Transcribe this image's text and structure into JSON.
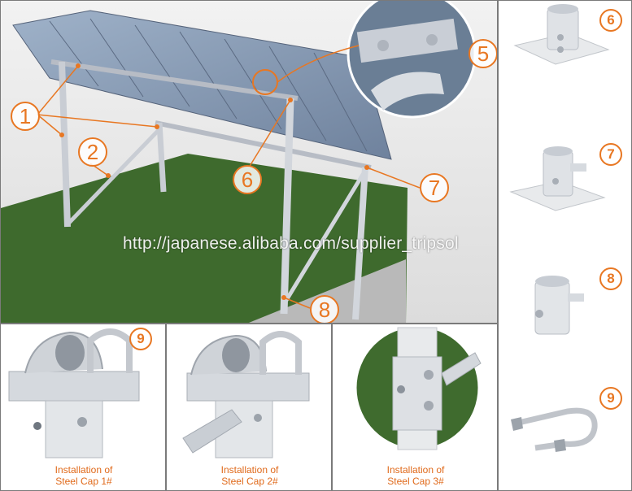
{
  "callouts": {
    "main": [
      "1",
      "2",
      "5",
      "6",
      "7",
      "8"
    ],
    "bottom": "9",
    "side": [
      "6",
      "7",
      "8",
      "9"
    ]
  },
  "watermark": "http://japanese.alibaba.com/supplier_tripsol",
  "captions": [
    {
      "line1": "Installation of",
      "line2": "Steel Cap 1#"
    },
    {
      "line1": "Installation of",
      "line2": "Steel Cap 2#"
    },
    {
      "line1": "Installation of",
      "line2": "Steel Cap 3#"
    }
  ],
  "colors": {
    "accent": "#e87722",
    "grass": "#3f6b2e",
    "panel_blue": "#8fa4bf",
    "steel": "#c8ccd3"
  }
}
